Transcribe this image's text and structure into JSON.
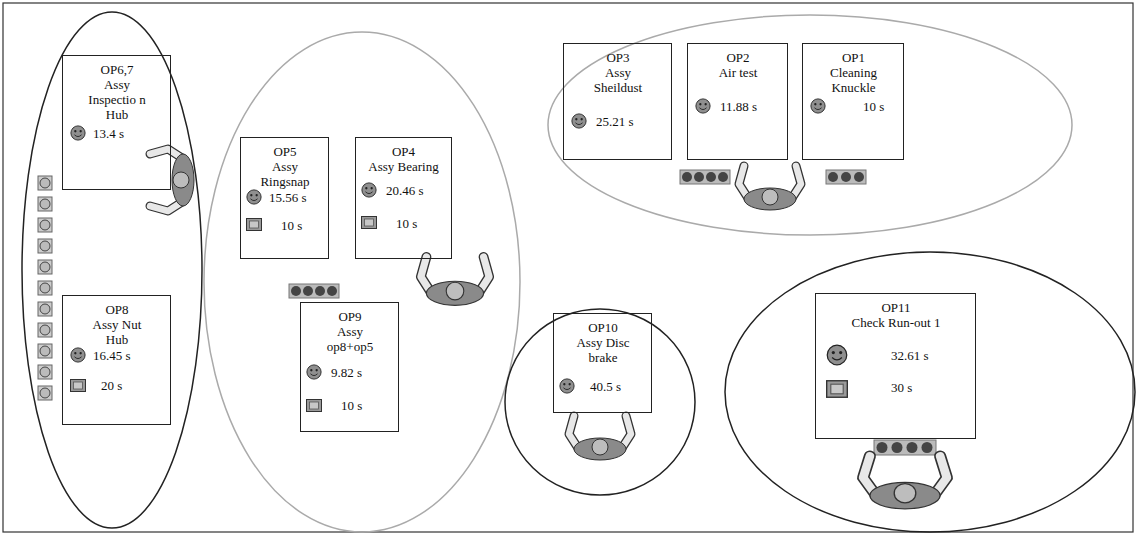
{
  "diagram": {
    "nodes": [
      {
        "text": [
          "OP6,7",
          "Assy Inspectio n Hub",
          "13.4 s"
        ]
      },
      {
        "text": [
          "OP8",
          "Assy Nut Hub",
          "16.45 s",
          "20 s"
        ]
      },
      {
        "text": [
          "OP5",
          "Assy Ringsnap",
          "15.56 s",
          "10 s"
        ]
      },
      {
        "text": [
          "OP4",
          "Assy Bearing",
          "20.46 s",
          "10 s"
        ]
      },
      {
        "text": [
          "OP9",
          "Assy op8+op5",
          "9.82 s",
          "10 s"
        ]
      },
      {
        "text": [
          "OP3",
          "Assy Sheildust",
          "25.21 s"
        ]
      },
      {
        "text": [
          "OP2",
          "Air test",
          "11.88 s"
        ]
      },
      {
        "text": [
          "OP1",
          "Cleaning Knuckle",
          "10 s"
        ]
      },
      {
        "text": [
          "OP10",
          "Assy Disc brake",
          "40.5 s"
        ]
      },
      {
        "text": [
          "OP11",
          "Check Run-out 1",
          "32.61 s",
          "30 s"
        ]
      }
    ]
  }
}
